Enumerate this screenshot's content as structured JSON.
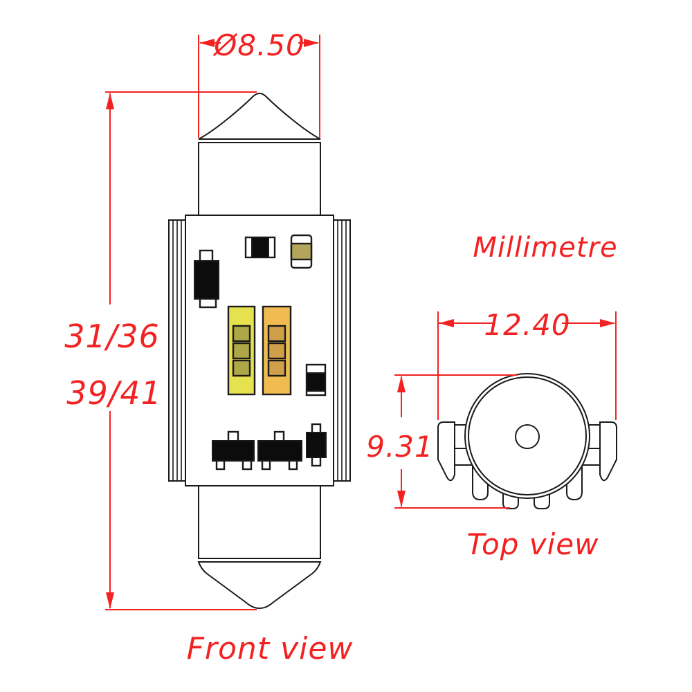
{
  "unit_label": "Millimetre",
  "front_view": {
    "caption": "Front view",
    "diameter_dim": "Ø8.50",
    "length_dim_line1": "31/36",
    "length_dim_line2": "39/41"
  },
  "top_view": {
    "caption": "Top view",
    "width_dim": "12.40",
    "height_dim": "9.31"
  },
  "colors": {
    "dimension_red": "#f32121",
    "outline_black": "#1a1a1a",
    "component_black": "#0c0c0c",
    "led_strip_yellow": "#e6e14e",
    "led_pad_olive": "#aea747",
    "led_strip_amber": "#f0bc52",
    "led_pad_amber": "#cf9f49",
    "capacitor_khaki": "#b3a55c",
    "background_white": "#ffffff"
  }
}
